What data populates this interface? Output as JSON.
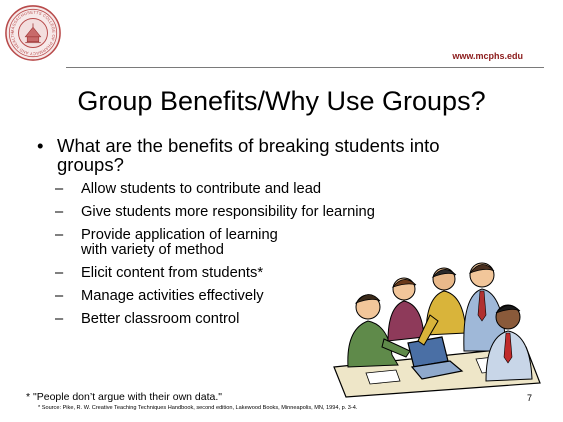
{
  "header": {
    "url": "www.mcphs.edu",
    "logo_text": "MASSACHUSETTS COLLEGE OF PHARMACY AND HEALTH SCIENCES"
  },
  "slide": {
    "title": "Group Benefits/Why Use Groups?",
    "bullet_glyph": "•",
    "dash_glyph": "–",
    "main_bullet": "What are the benefits of breaking students into groups?",
    "sub_bullets": [
      "Allow students to contribute and lead",
      "Give students more responsibility for learning",
      "Provide application of learning\nwith variety of method",
      "Elicit content from students*",
      "Manage activities effectively",
      "Better classroom control"
    ],
    "footnote": "* \"People don’t argue with their own data.\"",
    "source": "* Source:  Pike, R. W. Creative Teaching Techniques Handbook, second edition, Lakewood Books, Minneapolis, MN, 1994, p. 3-4.",
    "page_number": "7"
  },
  "icons": {
    "seal": "college-seal-icon",
    "clipart": "students-group-laptop-clipart"
  },
  "colors": {
    "url": "#8b1a1a",
    "seal": "#b84a4a",
    "rule": "#7a7a7a"
  }
}
